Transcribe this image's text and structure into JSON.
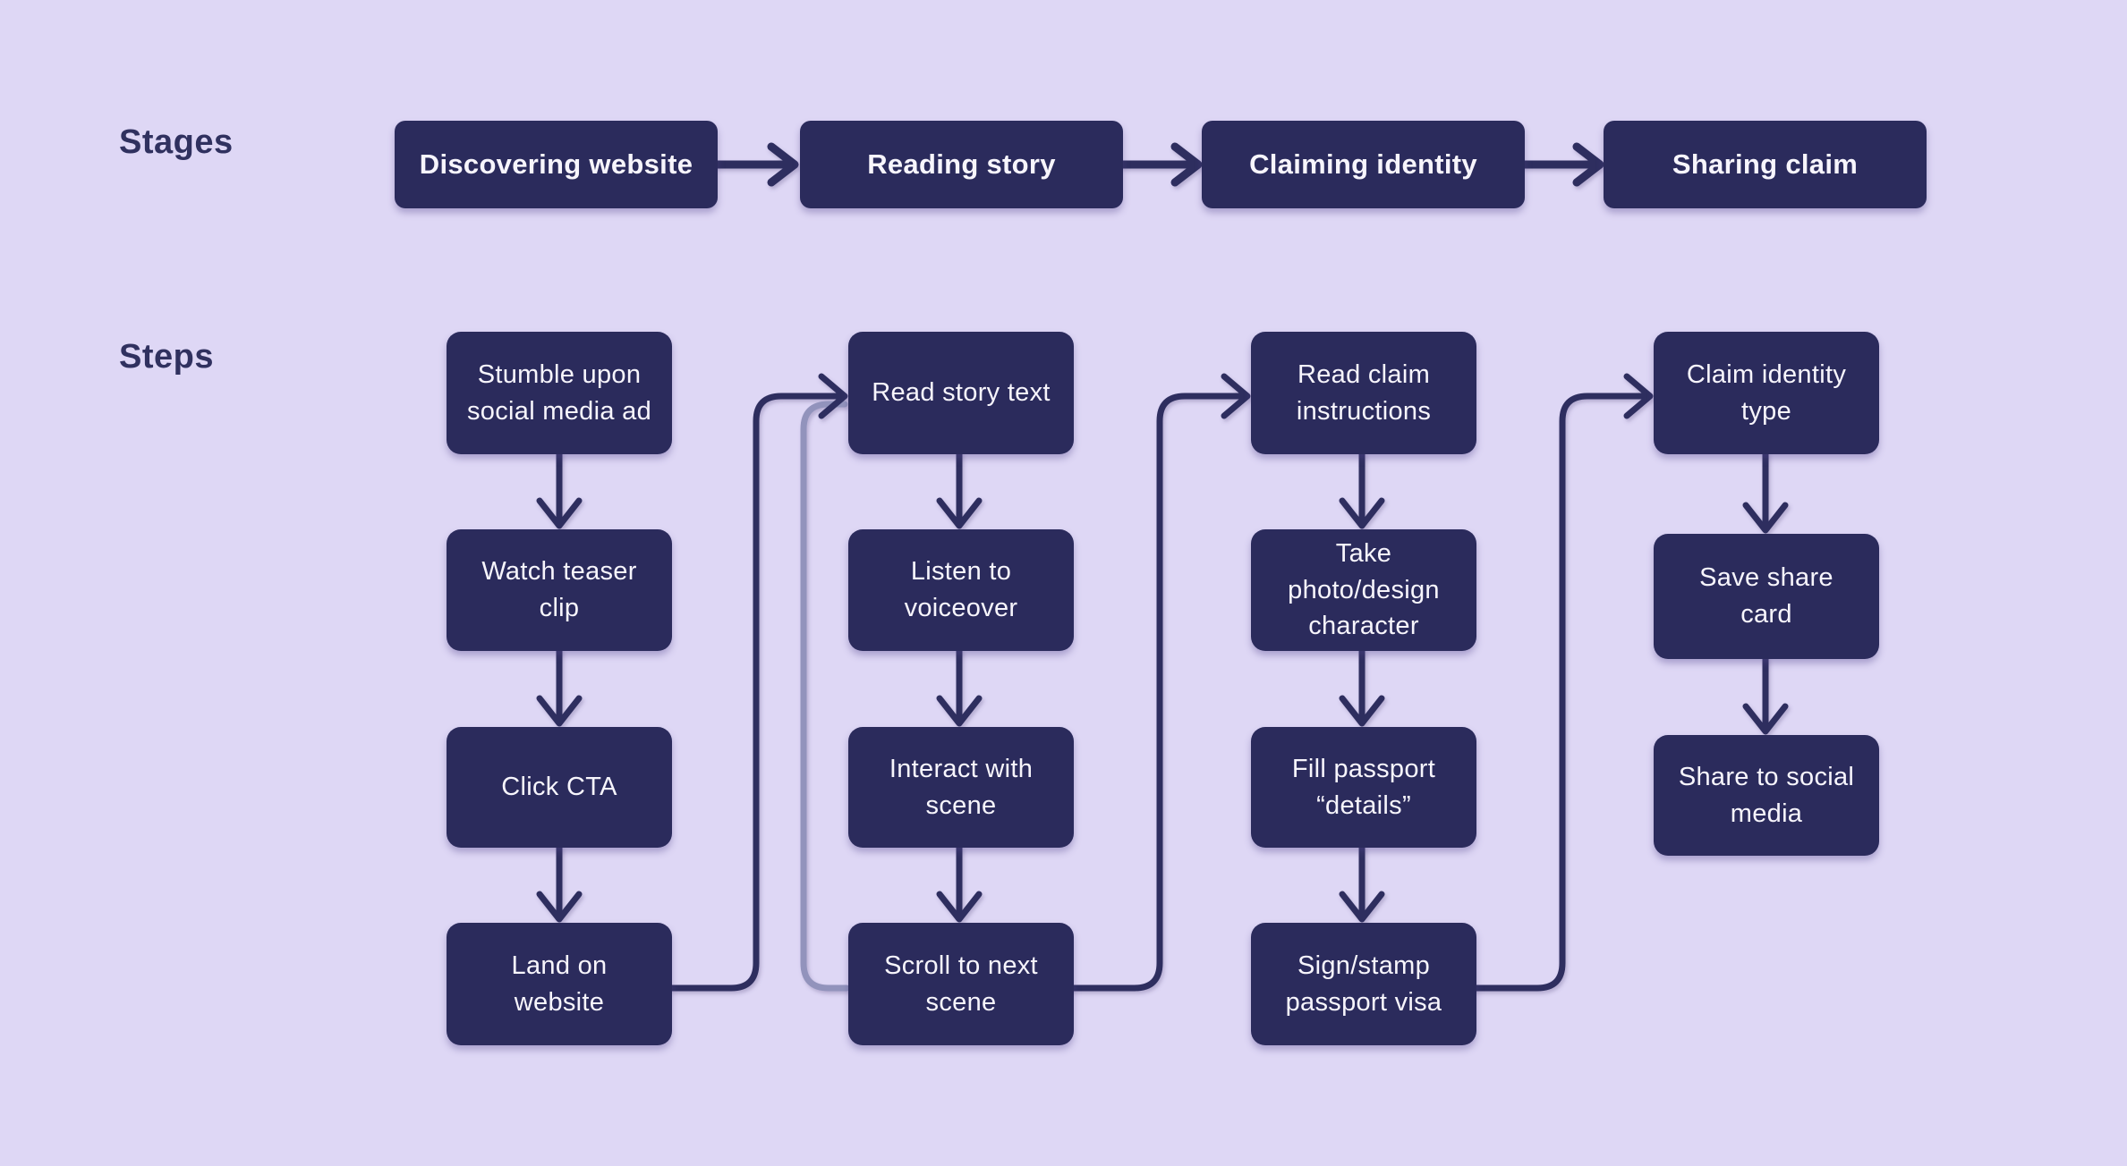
{
  "labels": {
    "stages": "Stages",
    "steps": "Steps"
  },
  "palette": {
    "background": "#ded7f5",
    "node_fill": "#2b2b5c",
    "node_text": "#f7f5fc",
    "label_text": "#30315f",
    "connector": "#2e2f5f",
    "loop_connector": "#9293bc"
  },
  "stages": [
    {
      "label": "Discovering website"
    },
    {
      "label": "Reading story"
    },
    {
      "label": "Claiming identity"
    },
    {
      "label": "Sharing claim"
    }
  ],
  "steps": {
    "columns": [
      {
        "stage": "Discovering website",
        "items": [
          {
            "label": "Stumble upon social media ad"
          },
          {
            "label": "Watch teaser clip"
          },
          {
            "label": "Click CTA"
          },
          {
            "label": "Land on website"
          }
        ]
      },
      {
        "stage": "Reading story",
        "items": [
          {
            "label": "Read story text"
          },
          {
            "label": "Listen to voiceover"
          },
          {
            "label": "Interact with scene"
          },
          {
            "label": "Scroll to next scene"
          }
        ]
      },
      {
        "stage": "Claiming identity",
        "items": [
          {
            "label": "Read claim instructions"
          },
          {
            "label": "Take photo/design character"
          },
          {
            "label": "Fill passport “details”"
          },
          {
            "label": "Sign/stamp passport visa"
          }
        ]
      },
      {
        "stage": "Sharing claim",
        "items": [
          {
            "label": "Claim identity type"
          },
          {
            "label": "Save share card"
          },
          {
            "label": "Share to social media"
          }
        ]
      }
    ]
  },
  "edges": [
    {
      "from": "Discovering website",
      "to": "Reading story",
      "style": "forward"
    },
    {
      "from": "Reading story",
      "to": "Claiming identity",
      "style": "forward"
    },
    {
      "from": "Claiming identity",
      "to": "Sharing claim",
      "style": "forward"
    },
    {
      "from": "Stumble upon social media ad",
      "to": "Watch teaser clip",
      "style": "down"
    },
    {
      "from": "Watch teaser clip",
      "to": "Click CTA",
      "style": "down"
    },
    {
      "from": "Click CTA",
      "to": "Land on website",
      "style": "down"
    },
    {
      "from": "Land on website",
      "to": "Read story text",
      "style": "forward"
    },
    {
      "from": "Read story text",
      "to": "Listen to voiceover",
      "style": "down"
    },
    {
      "from": "Listen to voiceover",
      "to": "Interact with scene",
      "style": "down"
    },
    {
      "from": "Interact with scene",
      "to": "Scroll to next scene",
      "style": "down"
    },
    {
      "from": "Scroll to next scene",
      "to": "Read story text",
      "style": "loop-back"
    },
    {
      "from": "Scroll to next scene",
      "to": "Read claim instructions",
      "style": "forward"
    },
    {
      "from": "Read claim instructions",
      "to": "Take photo/design character",
      "style": "down"
    },
    {
      "from": "Take photo/design character",
      "to": "Fill passport “details”",
      "style": "down"
    },
    {
      "from": "Fill passport “details”",
      "to": "Sign/stamp passport visa",
      "style": "down"
    },
    {
      "from": "Sign/stamp passport visa",
      "to": "Claim identity type",
      "style": "forward"
    },
    {
      "from": "Claim identity type",
      "to": "Save share card",
      "style": "down"
    },
    {
      "from": "Save share card",
      "to": "Share to social media",
      "style": "down"
    }
  ]
}
